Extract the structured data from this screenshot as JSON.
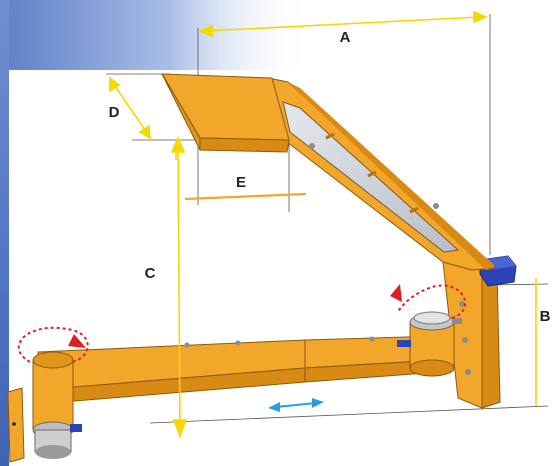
{
  "diagram": {
    "labels": {
      "a": "A",
      "b": "B",
      "c": "C",
      "d": "D",
      "e": "E"
    },
    "colors": {
      "structure": "#f2a62a",
      "structure_shade": "#d98a14",
      "structure_dark": "#b86f0c",
      "dimension_line": "#f5d800",
      "arrow_rotation": "#e02020",
      "arrow_slide": "#2a9fe0",
      "cap": "#2a44b8",
      "backdrop": "#5d7fc8"
    },
    "icons": [
      "rotation-arrow-icon",
      "slide-arrow-icon"
    ]
  }
}
